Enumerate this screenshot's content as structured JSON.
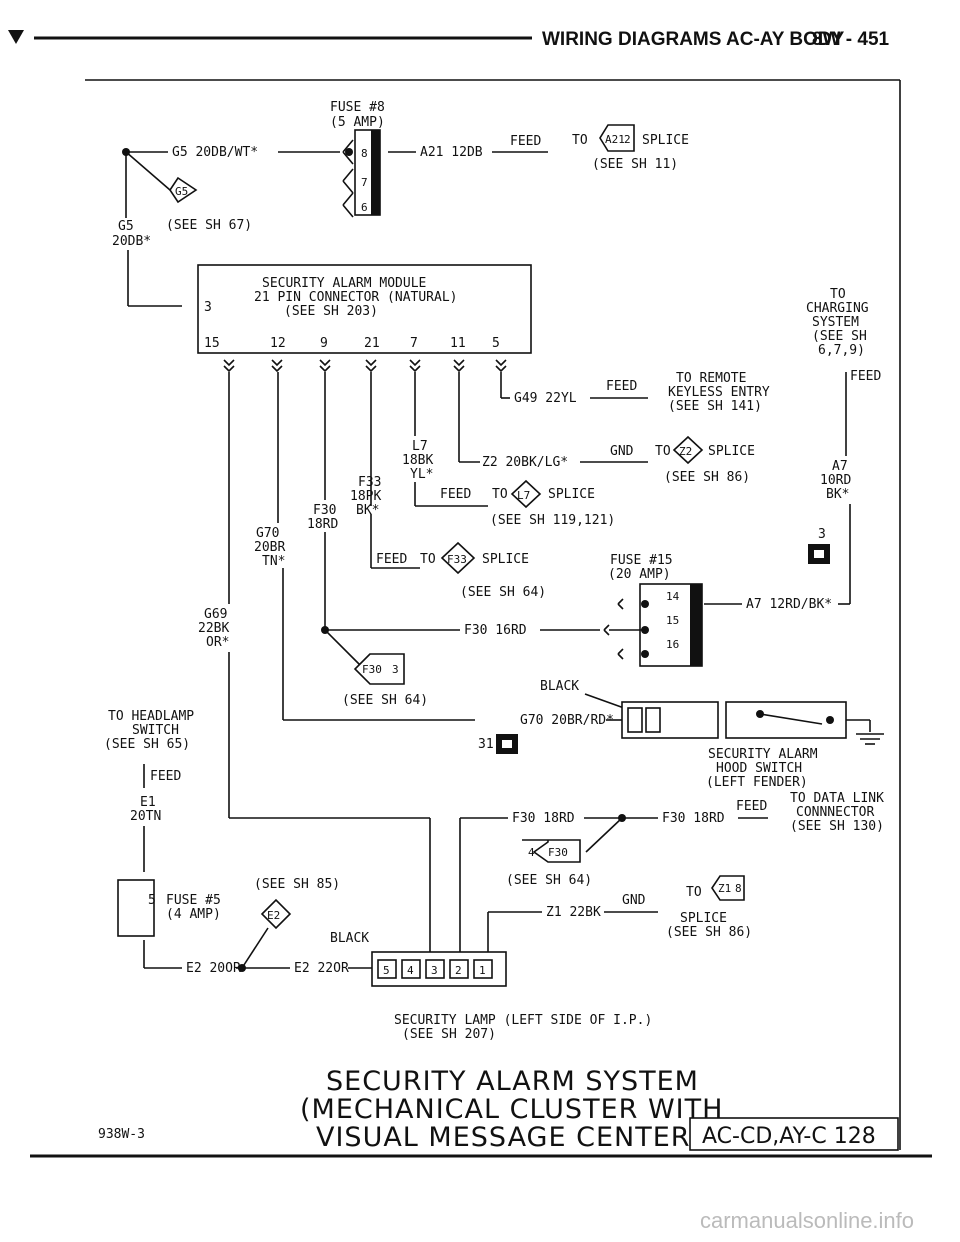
{
  "header": {
    "title": "WIRING DIAGRAMS AC-AY BODY",
    "page": "8W - 451"
  },
  "fuse8": {
    "name": "FUSE #8",
    "rating": "(5 AMP)",
    "cavities": [
      "8",
      "7",
      "6"
    ]
  },
  "wires": {
    "g5_top": "G5 20DB/WT*",
    "a21": "A21 12DB",
    "g5_left": [
      "G5",
      "20DB*"
    ],
    "g49": "G49 22YL",
    "z2": "Z2 20BK/LG*",
    "l7": [
      "L7",
      "18BK",
      "YL*"
    ],
    "f33": [
      "F33",
      "18PK",
      "BK*"
    ],
    "f30_v": [
      "F30",
      "18RD"
    ],
    "g70_v": [
      "G70",
      "20BR",
      "TN*"
    ],
    "g69_v": [
      "G69",
      "22BK",
      "OR*"
    ],
    "f30_16": "F30 16RD",
    "a7_h": "A7 12RD/BK*",
    "a7_v": [
      "A7",
      "10RD",
      "BK*"
    ],
    "g70_h": "G70 20BR/RD*",
    "f30_18a": "F30 18RD",
    "f30_18b": "F30 18RD",
    "z1": "Z1 22BK",
    "e1": [
      "E1",
      "20TN"
    ],
    "e2_200": "E2 20OR",
    "e2_220": "E2 22OR"
  },
  "labels": {
    "feed": "FEED",
    "gnd": "GND",
    "to": "TO",
    "black": "BLACK",
    "splice": "SPLICE",
    "see_sh_11": "(SEE SH 11)",
    "see_sh_67": "(SEE SH 67)",
    "see_sh_86": "(SEE SH 86)",
    "see_sh_119": "(SEE SH 119,121)",
    "see_sh_64": "(SEE SH 64)",
    "see_sh_85": "(SEE SH 85)"
  },
  "splices": {
    "a21": [
      "A21",
      "2"
    ],
    "g5": "G5",
    "z2": "Z2",
    "l7": "L7",
    "f33": "F33",
    "f30": [
      "F30",
      "3"
    ],
    "f30b": [
      "4",
      "F30"
    ],
    "z1": [
      "Z1",
      "8"
    ],
    "e2": "E2"
  },
  "module": {
    "title": "SECURITY ALARM MODULE",
    "connector": "21 PIN CONNECTOR (NATURAL)",
    "ref": "(SEE SH 203)",
    "side_pin": "3",
    "pins": [
      "15",
      "12",
      "9",
      "21",
      "7",
      "11",
      "5"
    ]
  },
  "charging": {
    "lines": [
      "TO",
      "CHARGING",
      "SYSTEM",
      "(SEE SH",
      "6,7,9)"
    ]
  },
  "keyless": {
    "lines": [
      "TO REMOTE",
      "KEYLESS ENTRY",
      "(SEE SH 141)"
    ]
  },
  "fuse15": {
    "name": "FUSE #15",
    "rating": "(20 AMP)",
    "cavities": [
      "14",
      "15",
      "16"
    ]
  },
  "headlamp": {
    "lines": [
      "TO HEADLAMP",
      "SWITCH",
      "(SEE SH 65)"
    ]
  },
  "hood_switch": {
    "lines": [
      "SECURITY ALARM",
      "HOOD SWITCH",
      "(LEFT FENDER)"
    ]
  },
  "data_link": {
    "lines": [
      "TO DATA LINK",
      "CONNNECTOR",
      "(SEE SH 130)"
    ]
  },
  "fuse5": {
    "cav": "5",
    "name": "FUSE #5",
    "rating": "(4 AMP)"
  },
  "connectors": {
    "pin31": "31",
    "pin3": "3"
  },
  "lamp": {
    "pins": [
      "5",
      "4",
      "3",
      "2",
      "1"
    ],
    "title": "SECURITY LAMP (LEFT SIDE OF I.P.)",
    "ref": "(SEE SH 207)"
  },
  "footer": {
    "title": [
      "SECURITY ALARM SYSTEM",
      "(MECHANICAL CLUSTER WITH",
      "VISUAL MESSAGE CENTER)"
    ],
    "fig_id": "938W-3",
    "code": "AC-CD,AY-C 128"
  },
  "watermark": "carmanualsonline.info"
}
